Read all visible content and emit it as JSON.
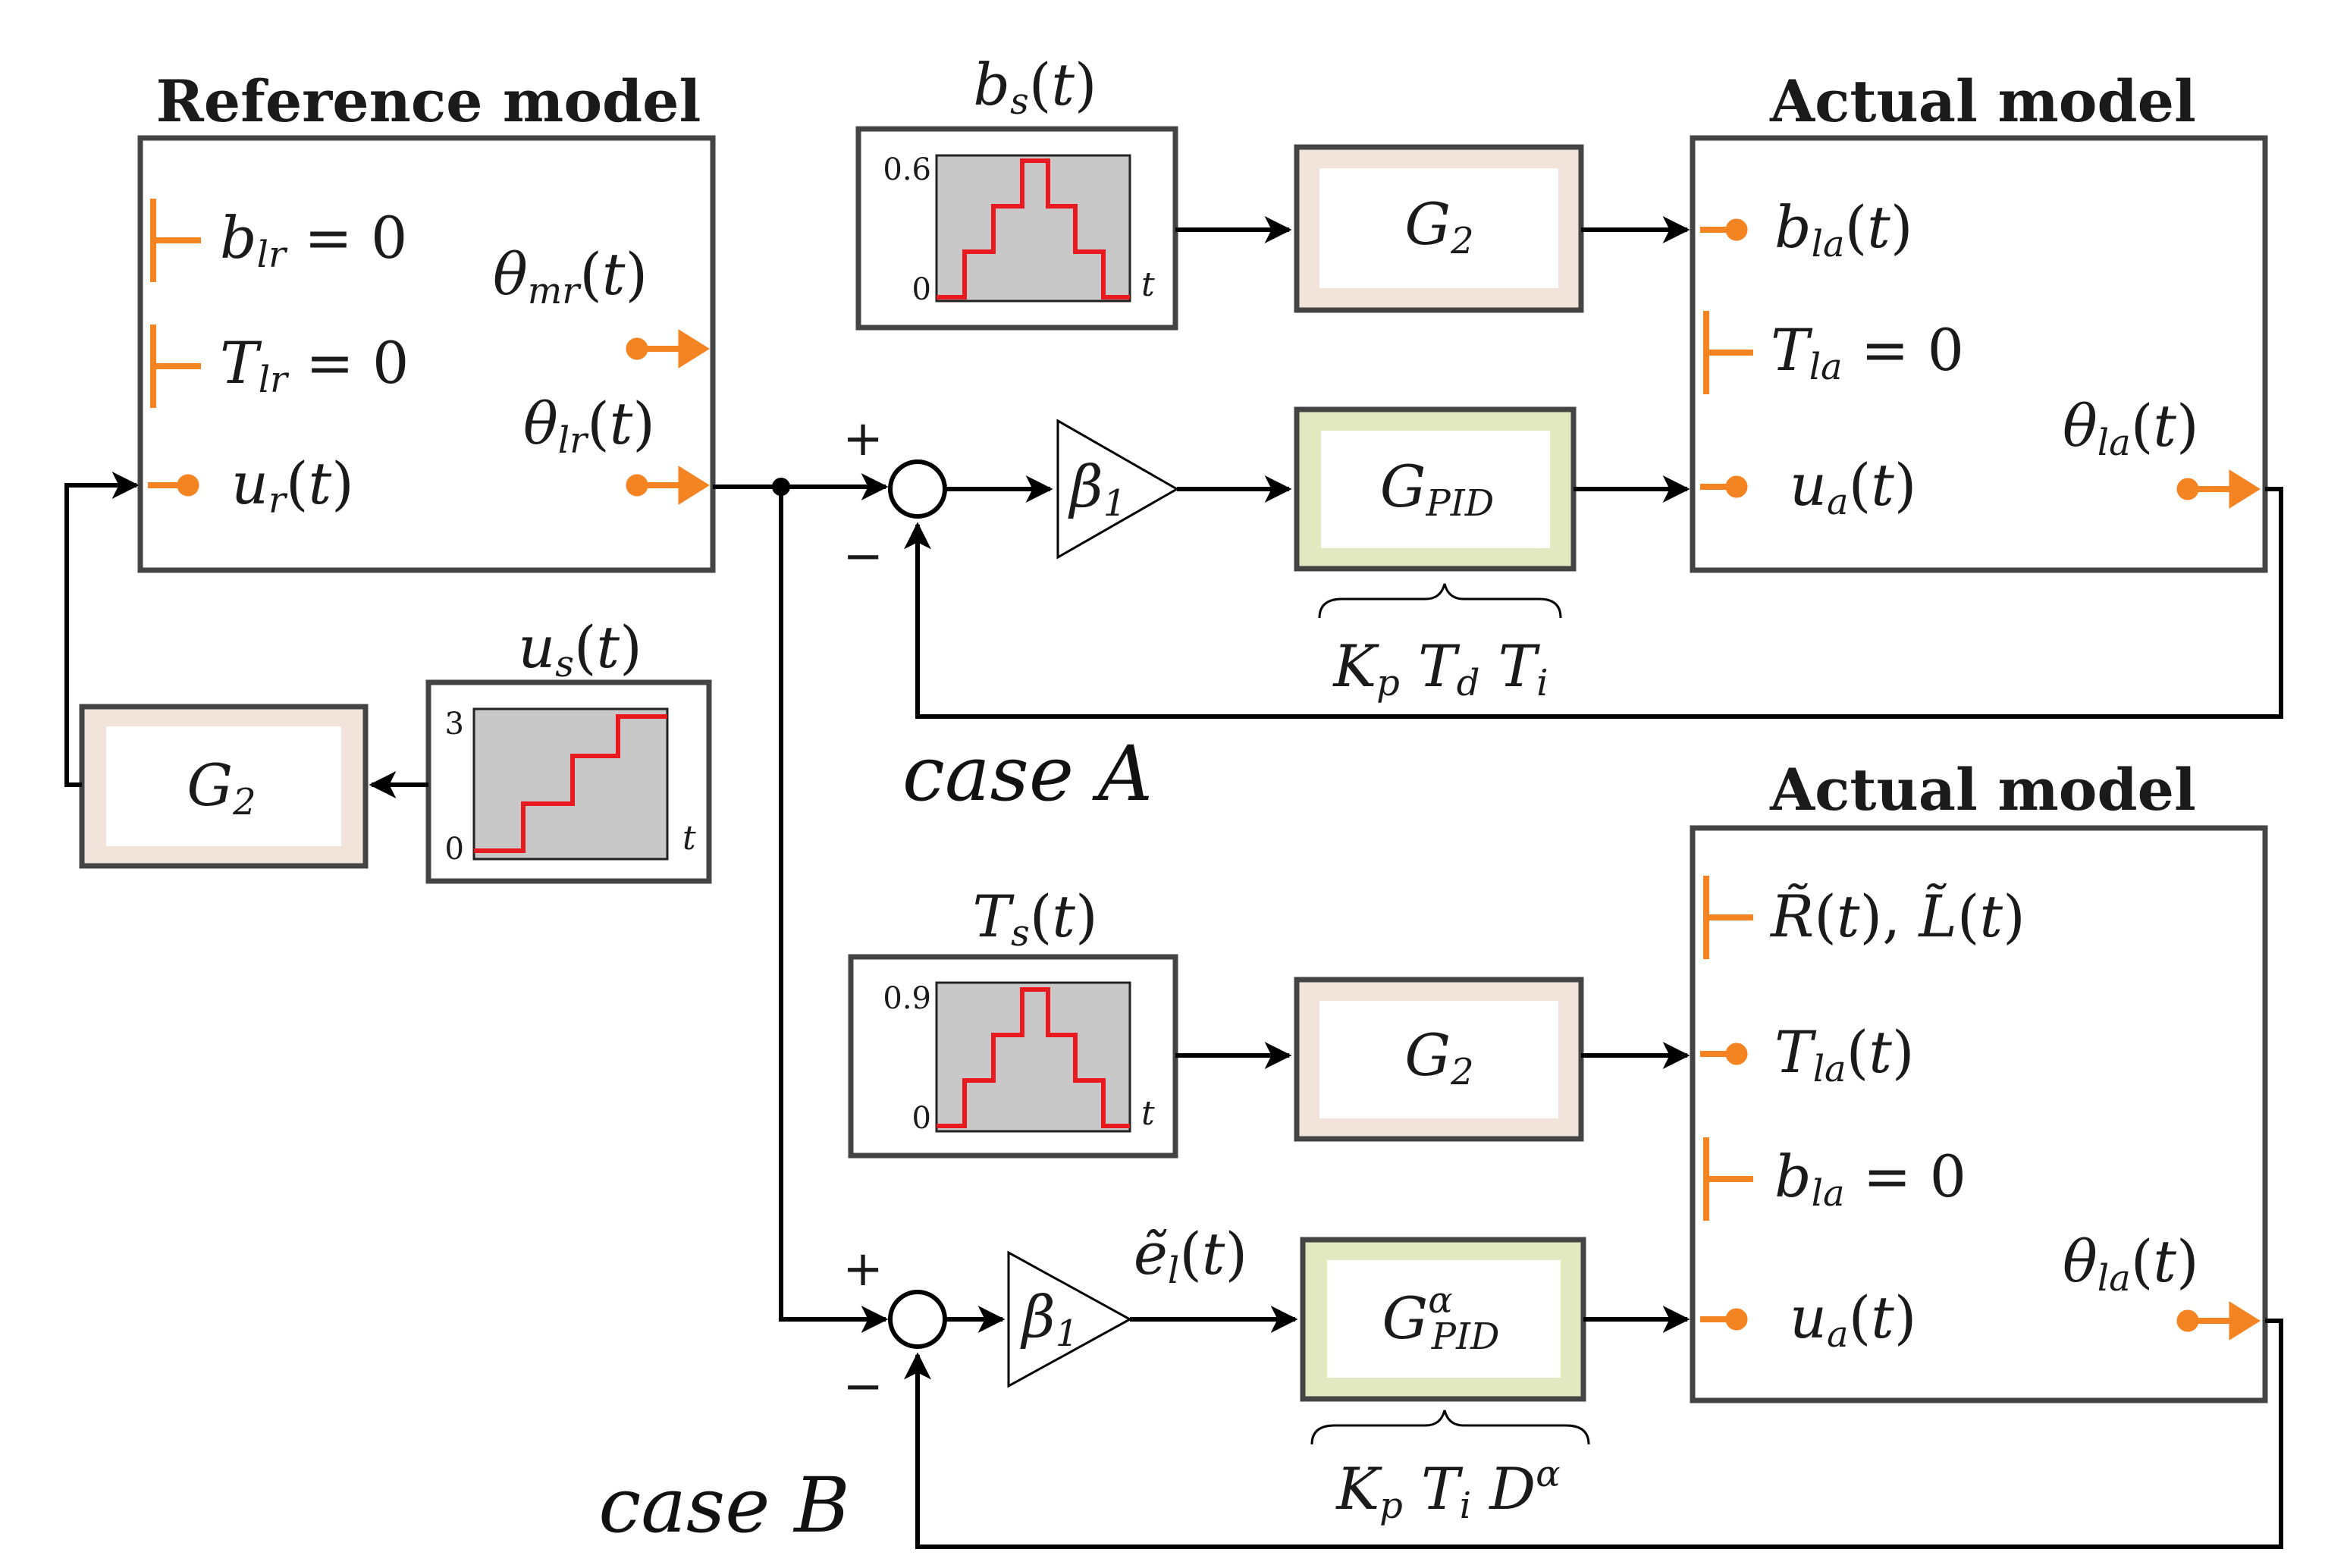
{
  "reference_model": {
    "title": "Reference model",
    "inputs": [
      "b_lr = 0",
      "T_lr = 0",
      "u_r(t)"
    ],
    "outputs": [
      "θ_mr(t)",
      "θ_lr(t)"
    ]
  },
  "actual_model_a": {
    "title": "Actual model",
    "inputs": [
      "b_la(t)",
      "T_la = 0",
      "u_a(t)"
    ],
    "output": "θ_la(t)"
  },
  "actual_model_b": {
    "title": "Actual model",
    "inputs": [
      "R̃(t), L̃(t)",
      "T_la(t)",
      "b_la = 0",
      "u_a(t)"
    ],
    "output": "θ_la(t)"
  },
  "signals": {
    "bs": {
      "label": "b_s(t)",
      "ymax": "0.6",
      "ymin": "0",
      "xlabel": "t"
    },
    "us": {
      "label": "u_s(t)",
      "ymax": "3",
      "ymin": "0",
      "xlabel": "t"
    },
    "ts": {
      "label": "T_s(t)",
      "ymax": "0.9",
      "ymin": "0",
      "xlabel": "t"
    }
  },
  "blocks": {
    "g2": "G_2",
    "gpid": "G_PID",
    "gpid_frac": "G^α_PID",
    "beta": "β_1",
    "pid_params": "K_p T_d T_i",
    "frac_params": "K_p T_i D^α",
    "error_signal": "ẽ_l(t)"
  },
  "sum_signs": {
    "plus": "+",
    "minus": "−"
  },
  "cases": {
    "a": "case A",
    "b": "case B"
  },
  "colors": {
    "orange": "#f48322",
    "step_line": "#e8191f",
    "plot_bg": "#c8c8c8",
    "g2_frame": "#f2e4da",
    "pid_frame": "#e2e8c0"
  }
}
